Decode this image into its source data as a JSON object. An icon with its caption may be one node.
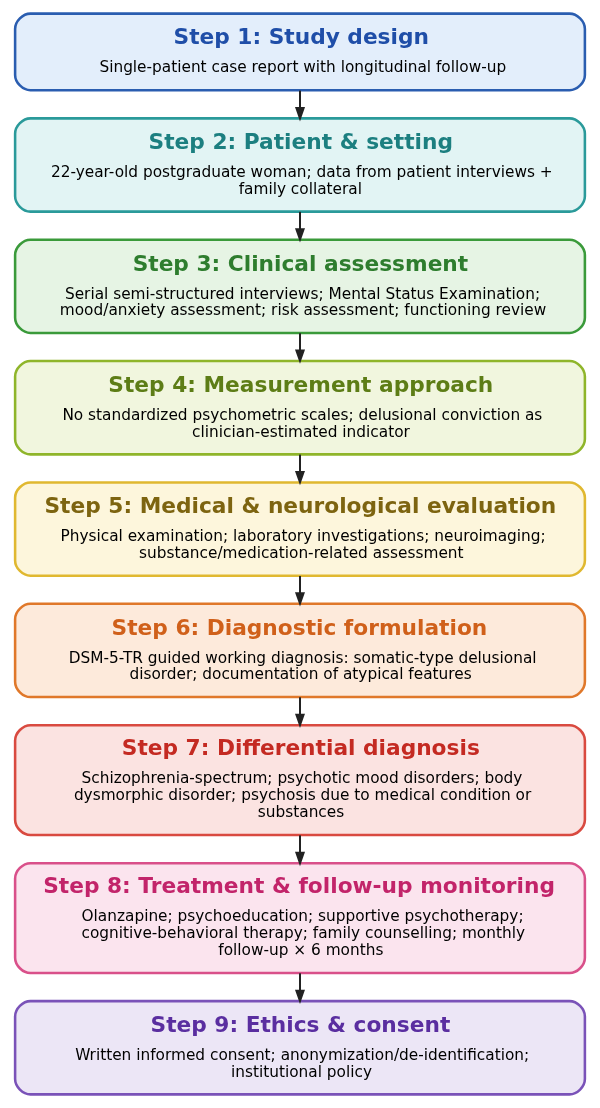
{
  "diagram": {
    "nodes": [
      {
        "text": [
          "Step 1: Study design",
          "Single-patient case report with longitudinal follow-up"
        ]
      },
      {
        "text": [
          "Step 2: Patient & setting",
          "22-year-old postgraduate woman; data from patient interviews + family collateral"
        ]
      },
      {
        "text": [
          "Step 3: Clinical assessment",
          "Serial semi-structured interviews; Mental Status Examination; mood/anxiety assessment; risk assessment; functioning review"
        ]
      },
      {
        "text": [
          "Step 4: Measurement approach",
          "No standardized psychometric scales; delusional conviction as clinician-estimated indicator"
        ]
      },
      {
        "text": [
          "Step 5: Medical & neurological evaluation",
          "Physical examination; laboratory investigations; neuroimaging; substance/medication-related assessment"
        ]
      },
      {
        "text": [
          "Step 6: Diagnostic formulation",
          "DSM-5-TR guided working diagnosis: somatic-type delusional disorder; documentation of atypical features"
        ]
      },
      {
        "text": [
          "Step 7: Differential diagnosis",
          "Schizophrenia-spectrum; psychotic mood disorders; body dysmorphic disorder; psychosis due to medical condition or substances"
        ]
      },
      {
        "text": [
          "Step 8: Treatment & follow-up monitoring",
          "Olanzapine; psychoeducation; supportive psychotherapy; cognitive-behavioral therapy; family counselling; monthly follow-up × 6 months"
        ]
      },
      {
        "text": [
          "Step 9: Ethics & consent",
          "Written informed consent; anonymization/de-identification; institutional policy"
        ]
      }
    ],
    "edges": [
      {
        "from": 0,
        "to": 1,
        "arrow": "to"
      },
      {
        "from": 1,
        "to": 2,
        "arrow": "to"
      },
      {
        "from": 2,
        "to": 3,
        "arrow": "to"
      },
      {
        "from": 3,
        "to": 4,
        "arrow": "to"
      },
      {
        "from": 4,
        "to": 5,
        "arrow": "to"
      },
      {
        "from": 5,
        "to": 6,
        "arrow": "to"
      },
      {
        "from": 6,
        "to": 7,
        "arrow": "to"
      },
      {
        "from": 7,
        "to": 8,
        "arrow": "to"
      }
    ]
  }
}
